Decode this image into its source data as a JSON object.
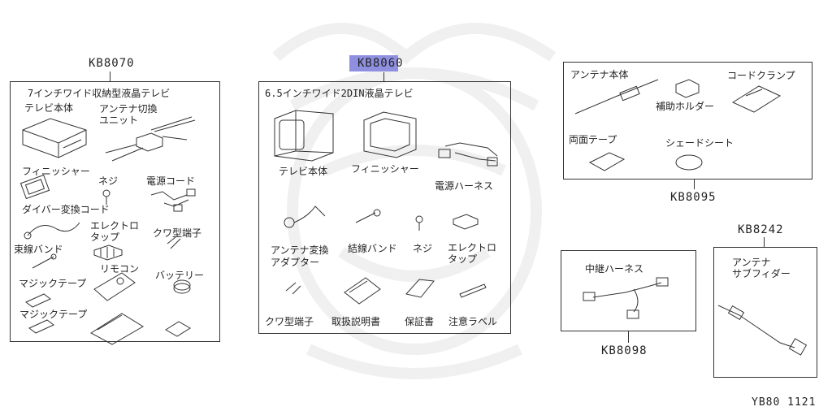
{
  "groups": {
    "kb8070": {
      "code": "KB8070",
      "title": "7インチワイド収納型液晶テレビ",
      "parts": [
        "テレビ本体",
        "アンテナ切換",
        "ユニット",
        "フィニッシャー",
        "ネジ",
        "電源コード",
        "ダイバー変換コード",
        "エレクトロ",
        "タップ",
        "クワ型端子",
        "束線バンド",
        "リモコン",
        "バッテリー",
        "マジックテープ",
        "マジックテープ"
      ]
    },
    "kb8060": {
      "code": "KB8060",
      "title": "6.5インチワイド2DIN液晶テレビ",
      "parts": [
        "テレビ本体",
        "フィニッシャー",
        "電源ハーネス",
        "アンテナ変換",
        "アダプター",
        "結線バンド",
        "ネジ",
        "エレクトロ",
        "タップ",
        "クワ型端子",
        "取扱説明書",
        "保証書",
        "注意ラベル"
      ]
    },
    "kb8095": {
      "code": "KB8095",
      "parts": [
        "アンテナ本体",
        "コードクランプ",
        "補助ホルダー",
        "両面テープ",
        "シェードシート"
      ]
    },
    "kb8098": {
      "code": "KB8098",
      "parts": [
        "中継ハーネス"
      ]
    },
    "kb8242": {
      "code": "KB8242",
      "parts": [
        "アンテナ",
        "サブフィダー"
      ]
    }
  },
  "diagram_id": "YB80 1121",
  "highlight_color": "#8f8fe0"
}
